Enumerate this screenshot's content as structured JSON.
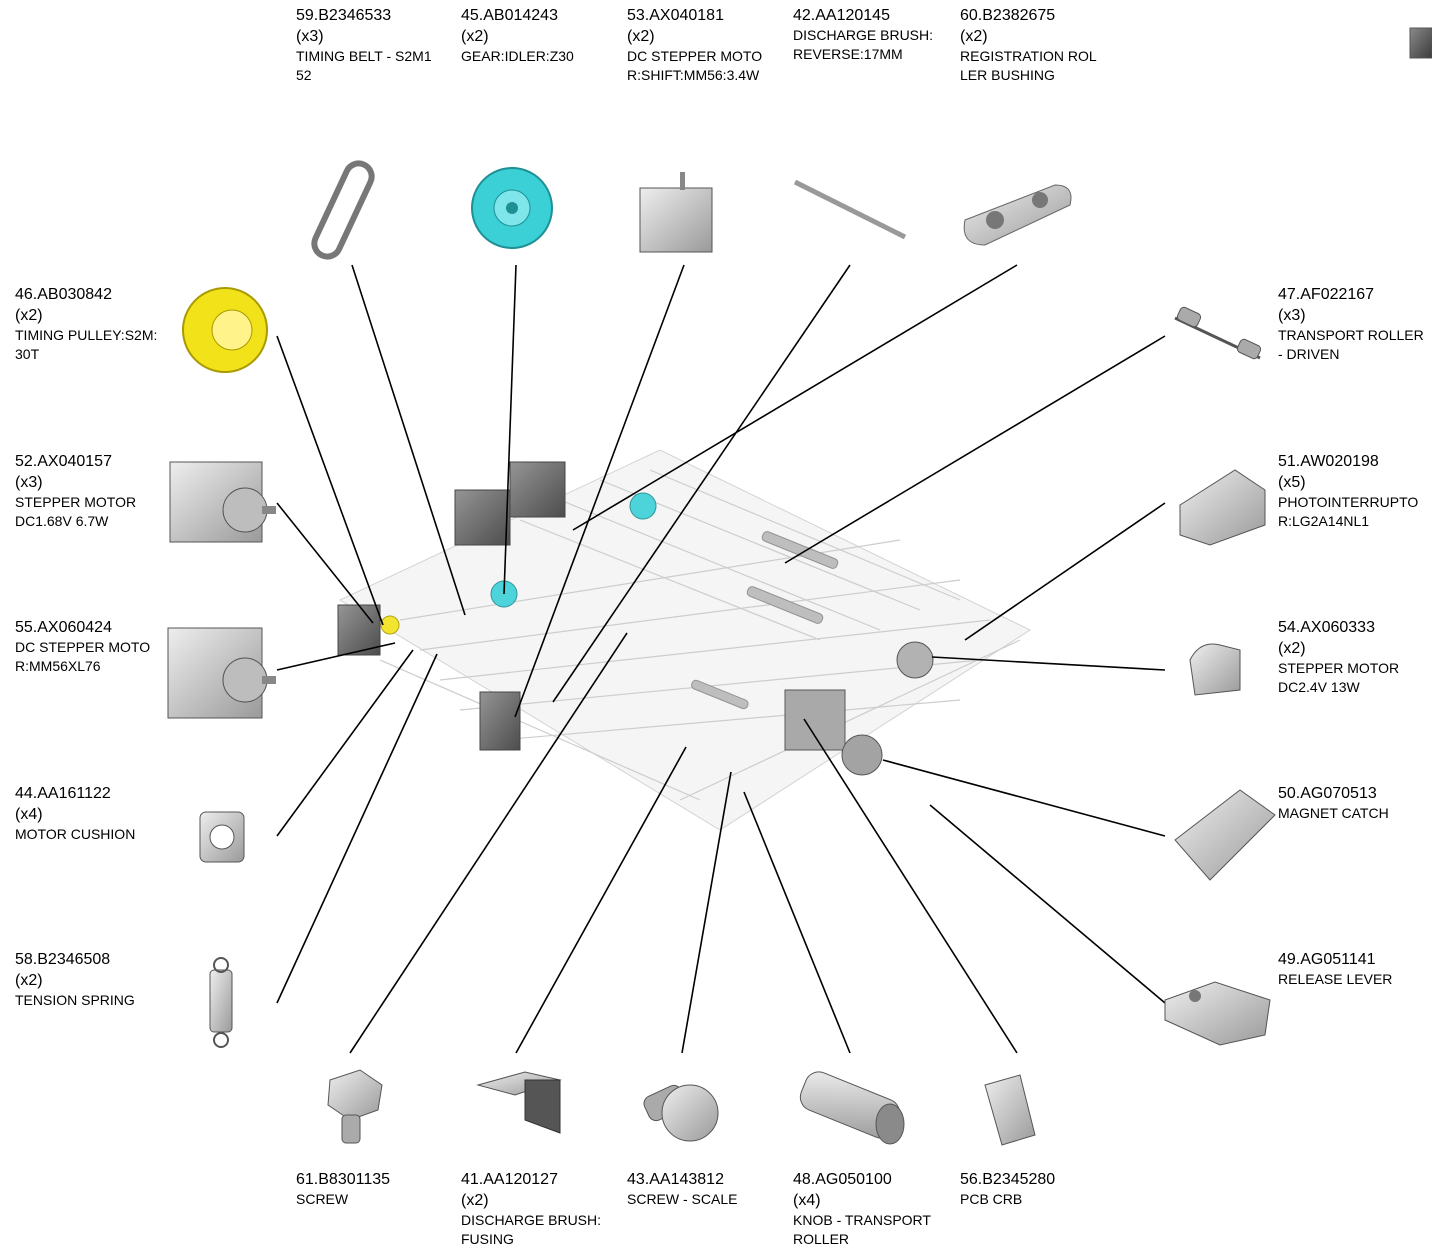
{
  "parts": [
    {
      "id": "59",
      "code": "59.B2346533",
      "qty": "(x3)",
      "desc": "TIMING BELT - S2M152"
    },
    {
      "id": "45",
      "code": "45.AB014243",
      "qty": "(x2)",
      "desc": "GEAR:IDLER:Z30"
    },
    {
      "id": "53",
      "code": "53.AX040181",
      "qty": "(x2)",
      "desc": "DC STEPPER MOTOR:SHIFT:MM56:3.4W"
    },
    {
      "id": "42",
      "code": "42.AA120145",
      "qty": "",
      "desc": "DISCHARGE BRUSH:REVERSE:17MM"
    },
    {
      "id": "60",
      "code": "60.B2382675",
      "qty": "(x2)",
      "desc": "REGISTRATION ROLLER BUSHING"
    },
    {
      "id": "46",
      "code": "46.AB030842",
      "qty": "(x2)",
      "desc": "TIMING PULLEY:S2M:30T"
    },
    {
      "id": "52",
      "code": "52.AX040157",
      "qty": "(x3)",
      "desc": "STEPPER MOTOR DC1.68V 6.7W"
    },
    {
      "id": "55",
      "code": "55.AX060424",
      "qty": "",
      "desc": "DC STEPPER MOTOR:MM56XL76"
    },
    {
      "id": "44",
      "code": "44.AA161122",
      "qty": "(x4)",
      "desc": "MOTOR CUSHION"
    },
    {
      "id": "58",
      "code": "58.B2346508",
      "qty": "(x2)",
      "desc": "TENSION SPRING"
    },
    {
      "id": "47",
      "code": "47.AF022167",
      "qty": "(x3)",
      "desc": "TRANSPORT ROLLER - DRIVEN"
    },
    {
      "id": "51",
      "code": "51.AW020198",
      "qty": "(x5)",
      "desc": "PHOTOINTERRUPTOR:LG2A14NL1"
    },
    {
      "id": "54",
      "code": "54.AX060333",
      "qty": "(x2)",
      "desc": "STEPPER MOTOR DC2.4V 13W"
    },
    {
      "id": "50",
      "code": "50.AG070513",
      "qty": "",
      "desc": "MAGNET CATCH"
    },
    {
      "id": "49",
      "code": "49.AG051141",
      "qty": "",
      "desc": "RELEASE LEVER"
    },
    {
      "id": "61",
      "code": "61.B8301135",
      "qty": "",
      "desc": "SCREW"
    },
    {
      "id": "41",
      "code": "41.AA120127",
      "qty": "(x2)",
      "desc": "DISCHARGE BRUSH:FUSING"
    },
    {
      "id": "43",
      "code": "43.AA143812",
      "qty": "",
      "desc": "SCREW - SCALE"
    },
    {
      "id": "48",
      "code": "48.AG050100",
      "qty": "(x4)",
      "desc": "KNOB - TRANSPORT ROLLER"
    },
    {
      "id": "56",
      "code": "56.B2345280",
      "qty": "",
      "desc": "PCB CRB"
    }
  ],
  "colors": {
    "highlight_gear": "#3ad0d6",
    "highlight_pulley": "#f2e21a",
    "part_gray": "#c9c9c9"
  }
}
